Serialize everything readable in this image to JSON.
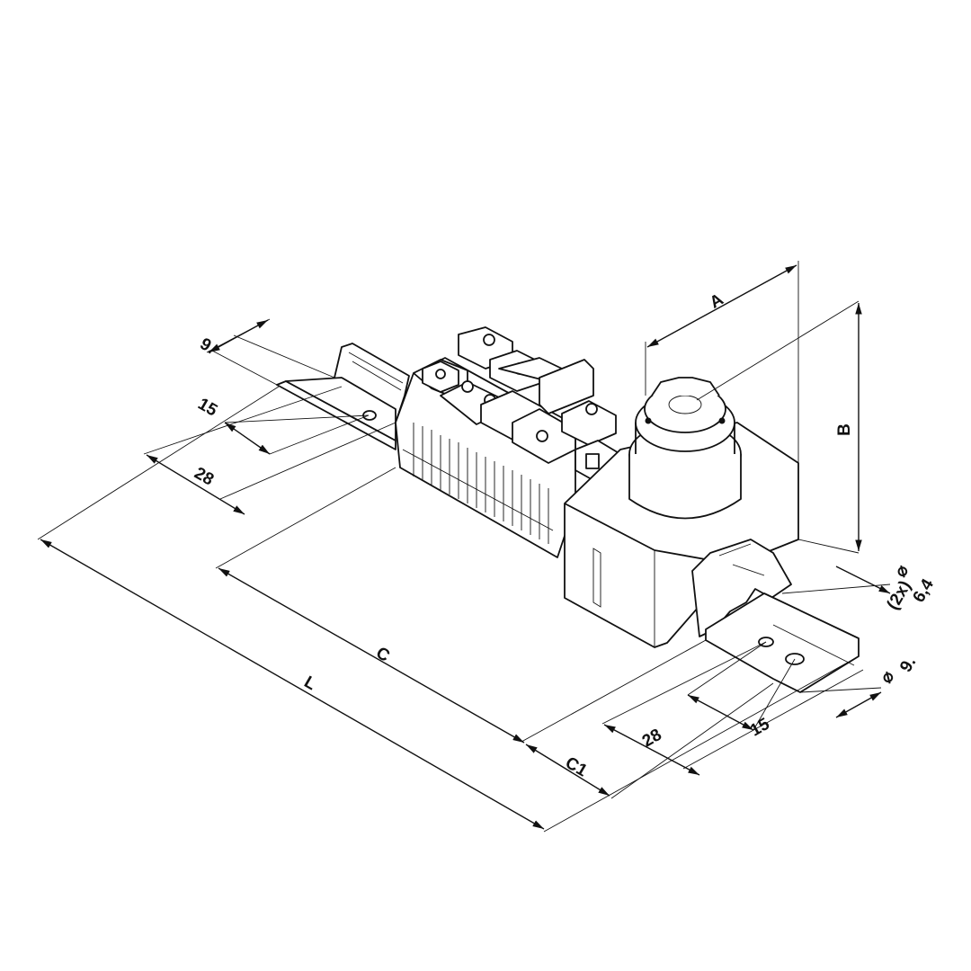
{
  "dimensions": {
    "a": "A",
    "b": "B",
    "c": "C",
    "c1": "C1",
    "l": "L",
    "left_slot_width": "9.",
    "left_15": "15",
    "left_28": "28",
    "right_28": "28",
    "right_15": "15",
    "hole_dia": "6,4",
    "hole_count": "(2x)",
    "right_dia": "9.",
    "dia_symbol": "⌀"
  }
}
